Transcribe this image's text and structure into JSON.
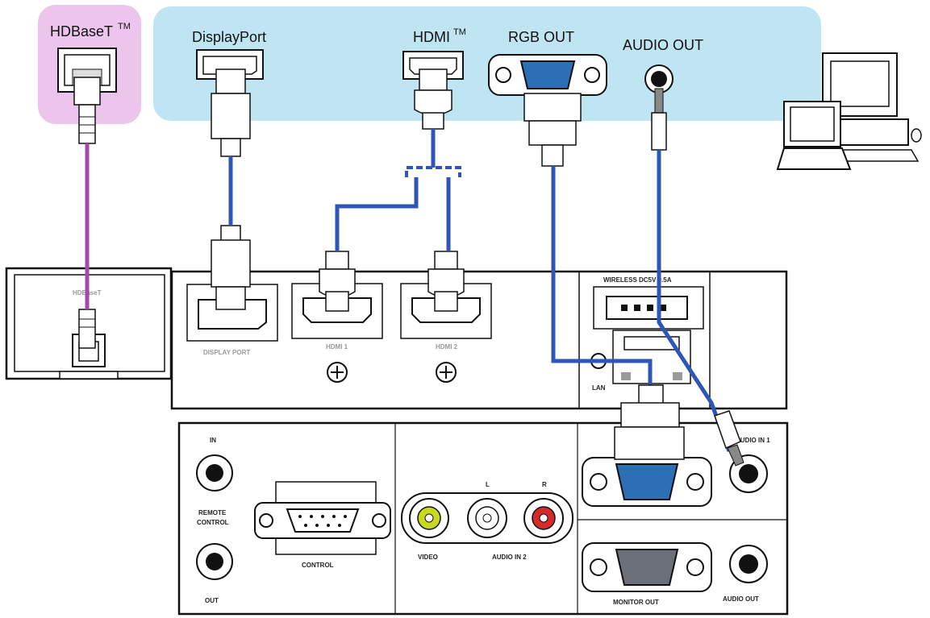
{
  "sources": {
    "hdbaset": {
      "label": "HDBaseT",
      "tm": "TM"
    },
    "displayport": {
      "label": "DisplayPort"
    },
    "hdmi": {
      "label": "HDMI",
      "tm": "TM"
    },
    "rgb_out": {
      "label": "RGB OUT"
    },
    "audio_out": {
      "label": "AUDIO OUT"
    }
  },
  "transmitter": {
    "label": "HDBaseT"
  },
  "panel_top": {
    "display_port": "DISPLAY PORT",
    "hdmi1": "HDMI 1",
    "hdmi2": "HDMI 2",
    "wireless": "WIRELESS DC5V 0.5A",
    "lan": "LAN"
  },
  "panel_bottom": {
    "in": "IN",
    "remote_control_1": "REMOTE",
    "remote_control_2": "CONTROL",
    "out": "OUT",
    "control": "CONTROL",
    "l": "L",
    "r": "R",
    "video": "VIDEO",
    "audio_in2": "AUDIO IN 2",
    "audio_in1": "AUDIO IN 1",
    "monitor_out": "MONITOR OUT",
    "audio_out": "AUDIO OUT"
  },
  "colors": {
    "pc_band": "#bfe5f3",
    "hdbaset_band": "#ecc5ec",
    "cable_blue": "#2f55b8",
    "cable_purple": "#a24aa8",
    "vga_blue": "#2d6fb5",
    "rca_yellow": "#c7d81f",
    "rca_red": "#d42a2a"
  }
}
